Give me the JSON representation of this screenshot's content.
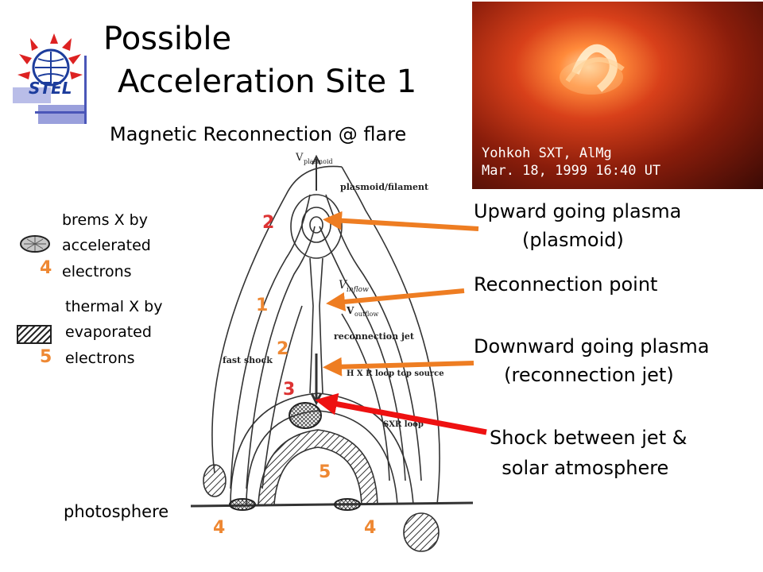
{
  "slide": {
    "title_line1": "Possible",
    "title_line2": "Acceleration Site 1",
    "subtitle": "Magnetic Reconnection @ flare"
  },
  "logo": {
    "text": "STEL"
  },
  "image": {
    "caption_line1": "Yohkoh SXT, AlMg",
    "caption_line2": "Mar. 18, 1999 16:40 UT"
  },
  "legend": {
    "item1": {
      "line1": "brems X by",
      "line2": "accelerated",
      "line3": "electrons",
      "number": "4"
    },
    "item2": {
      "line1": "thermal X by",
      "line2": "evaporated",
      "line3": "electrons",
      "number": "5"
    }
  },
  "diagram": {
    "numbers": {
      "upper_2": "2",
      "one": "1",
      "lower_2": "2",
      "three": "3",
      "five": "5",
      "four_left": "4",
      "four_right": "4"
    },
    "photosphere_label": "photosphere",
    "sketch_text": {
      "vplasmoid": "V",
      "vplasmoid_sub": "plasmoid",
      "plasmoid_filament": "plasmoid/filament",
      "vinflow": "V",
      "vinflow_sub": "inflow",
      "voutflow": "V",
      "voutflow_sub": "outflow",
      "recon_jet": "reconnection jet",
      "fast_shock": "fast shock",
      "hxr_loop": "H X R loop top source",
      "sxr_loop": "SXR loop"
    }
  },
  "annotations": {
    "upward_line1": "Upward going plasma",
    "upward_line2": "        (plasmoid)",
    "recon_point": "Reconnection point",
    "downward_line1": "Downward going plasma",
    "downward_line2": "     (reconnection jet)",
    "shock_line1": "Shock between jet &",
    "shock_line2": "  solar atmosphere"
  },
  "colors": {
    "orange_arrow": "#ee7d22",
    "red_arrow": "#ee1111",
    "number_red": "#dd3333",
    "number_orange": "#ee8833",
    "logo_blue": "#1c3c9c",
    "logo_red": "#dd2222"
  }
}
